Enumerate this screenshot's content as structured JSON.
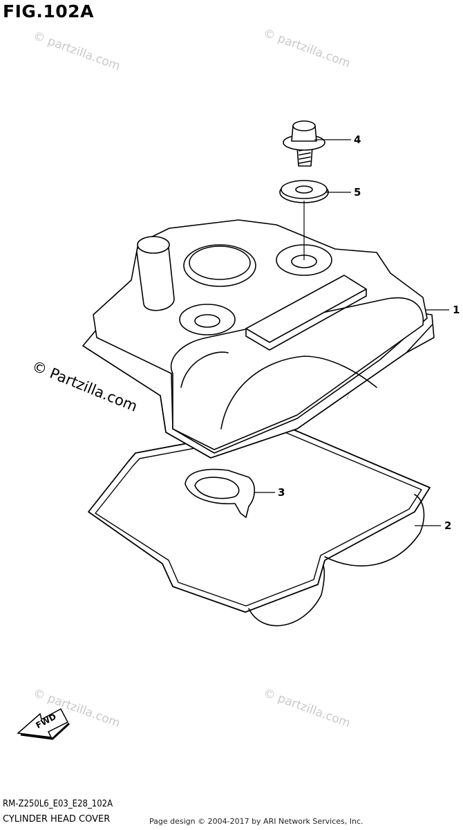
{
  "figure": {
    "title": "FIG.102A",
    "code": "RM-Z250L6_E03_E28_102A",
    "caption": "CYLINDER HEAD COVER"
  },
  "callouts": [
    {
      "number": "1",
      "part": "cylinder-head-cover"
    },
    {
      "number": "2",
      "part": "cover-gasket"
    },
    {
      "number": "3",
      "part": "plug-hole-gasket"
    },
    {
      "number": "4",
      "part": "bolt"
    },
    {
      "number": "5",
      "part": "washer-seal"
    }
  ],
  "direction_label": "FWD",
  "watermark": {
    "text": "© Partzilla.com",
    "text_lower": "© partzilla.com"
  },
  "footer": {
    "credit": "Page design © 2004-2017 by ARI Network Services, Inc."
  }
}
